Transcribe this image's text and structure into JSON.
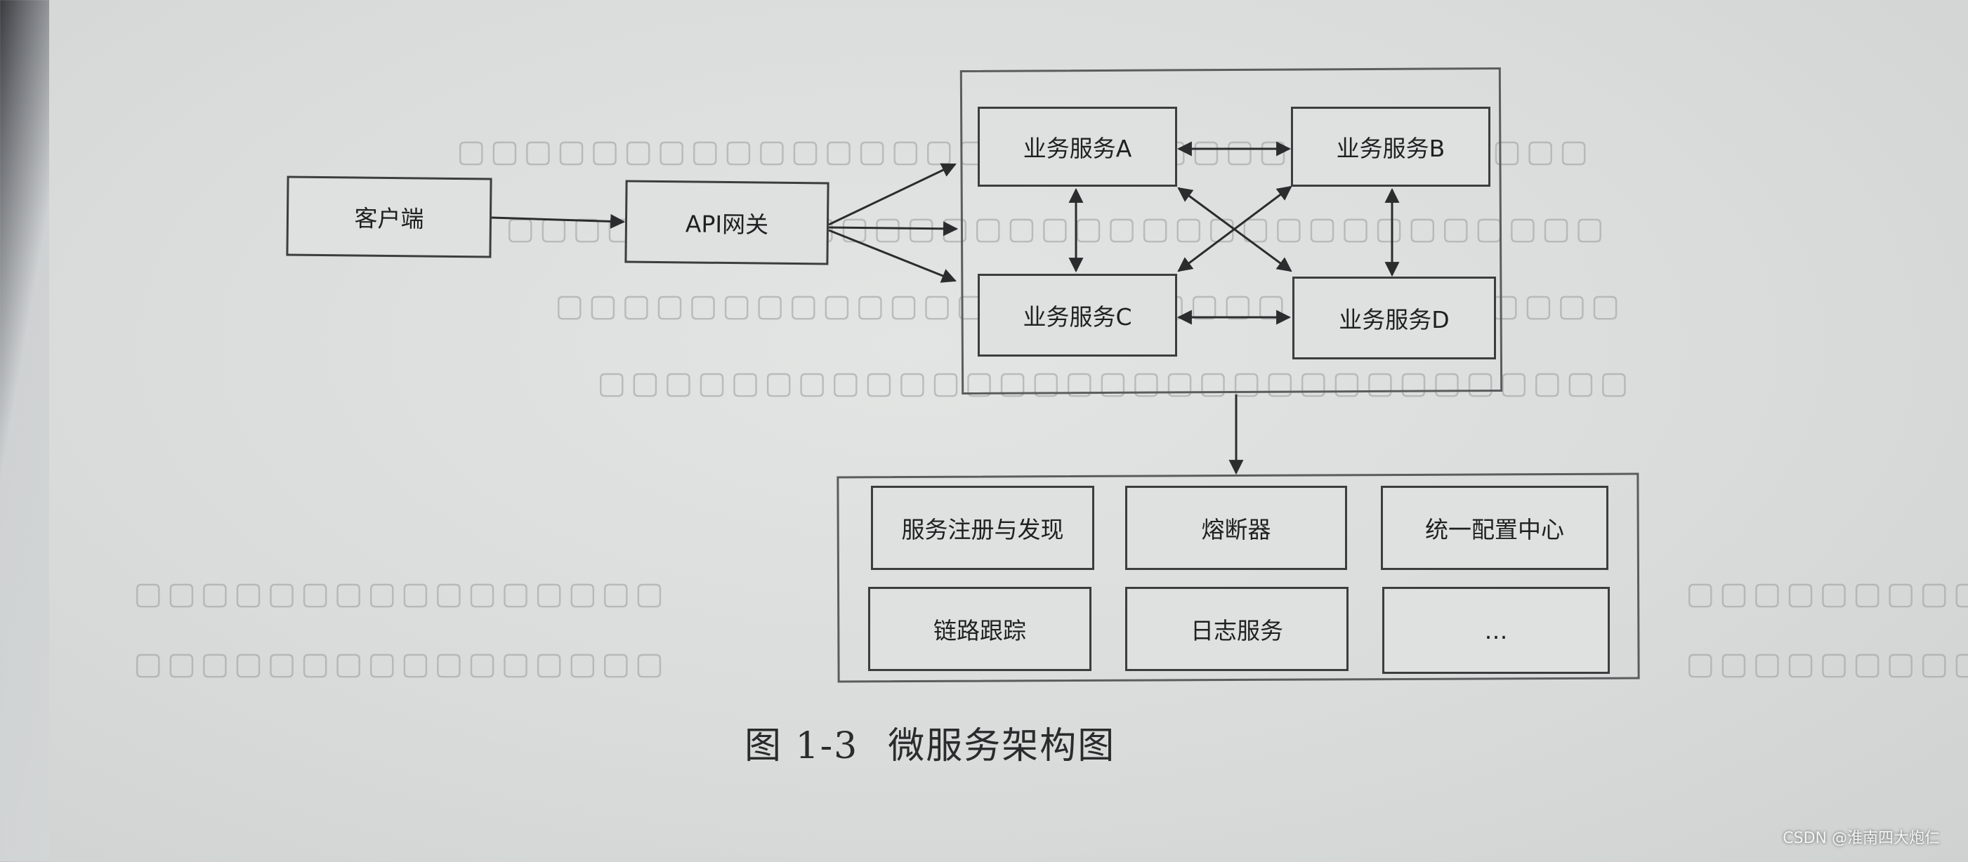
{
  "diagram": {
    "client": "客户端",
    "gateway": "API网关",
    "services": {
      "a": "业务服务A",
      "b": "业务服务B",
      "c": "业务服务C",
      "d": "业务服务D"
    },
    "infrastructure": [
      "服务注册与发现",
      "熔断器",
      "统一配置中心",
      "链路跟踪",
      "日志服务",
      "…"
    ]
  },
  "caption": {
    "number": "图 1-3",
    "title": "微服务架构图"
  },
  "watermark": "CSDN @淮南四大炮仁"
}
